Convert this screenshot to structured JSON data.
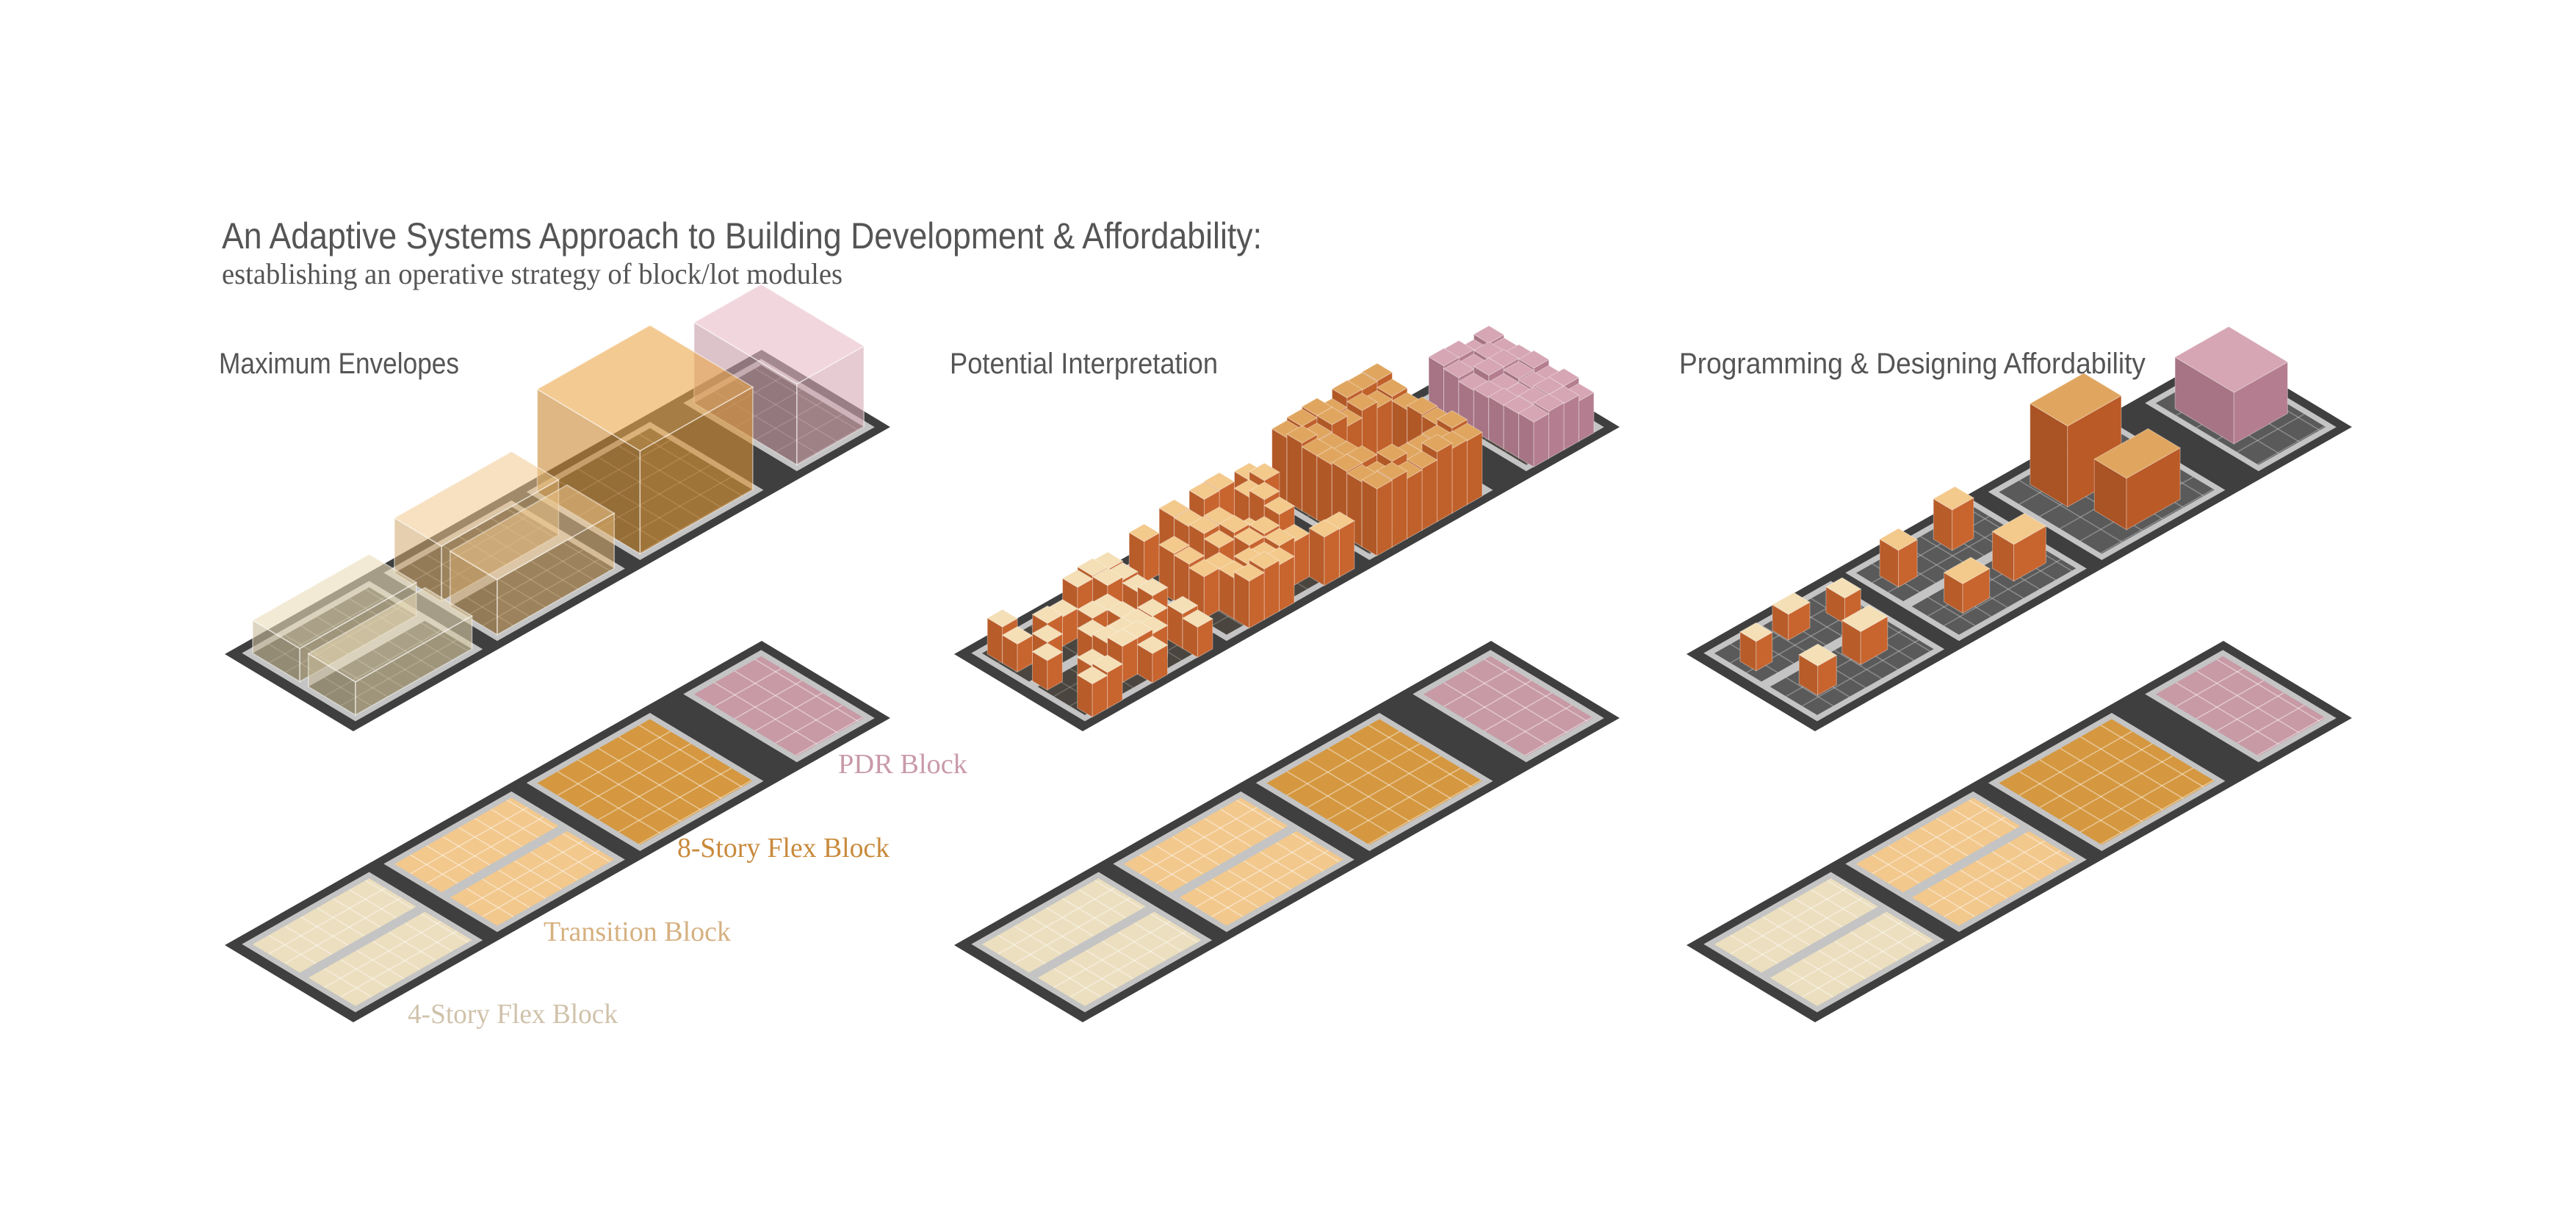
{
  "title": "An Adaptive Systems Approach to Building Development & Affordability:",
  "subtitle": "establishing an operative strategy of block/lot modules",
  "panels": [
    {
      "title": "Maximum Envelopes"
    },
    {
      "title": "Potential Interpretation"
    },
    {
      "title": "Programming & Designing Affordability"
    }
  ],
  "legend": {
    "pdr": "PDR Block",
    "eight_story": "8-Story Flex Block",
    "transition": "Transition Block",
    "four_story": "4-Story Flex Block"
  },
  "colors": {
    "road": "#3f3f3f",
    "sidewalk": "#c4c4c4",
    "four_story": "#ecdfbf",
    "transition": "#f2c88d",
    "eight_story": "#d59840",
    "pdr": "#c89aa6",
    "label_pdr": "#c99aa8",
    "label_eight": "#c98a3c",
    "label_transition": "#d6b080",
    "label_four": "#d0c2ab"
  }
}
